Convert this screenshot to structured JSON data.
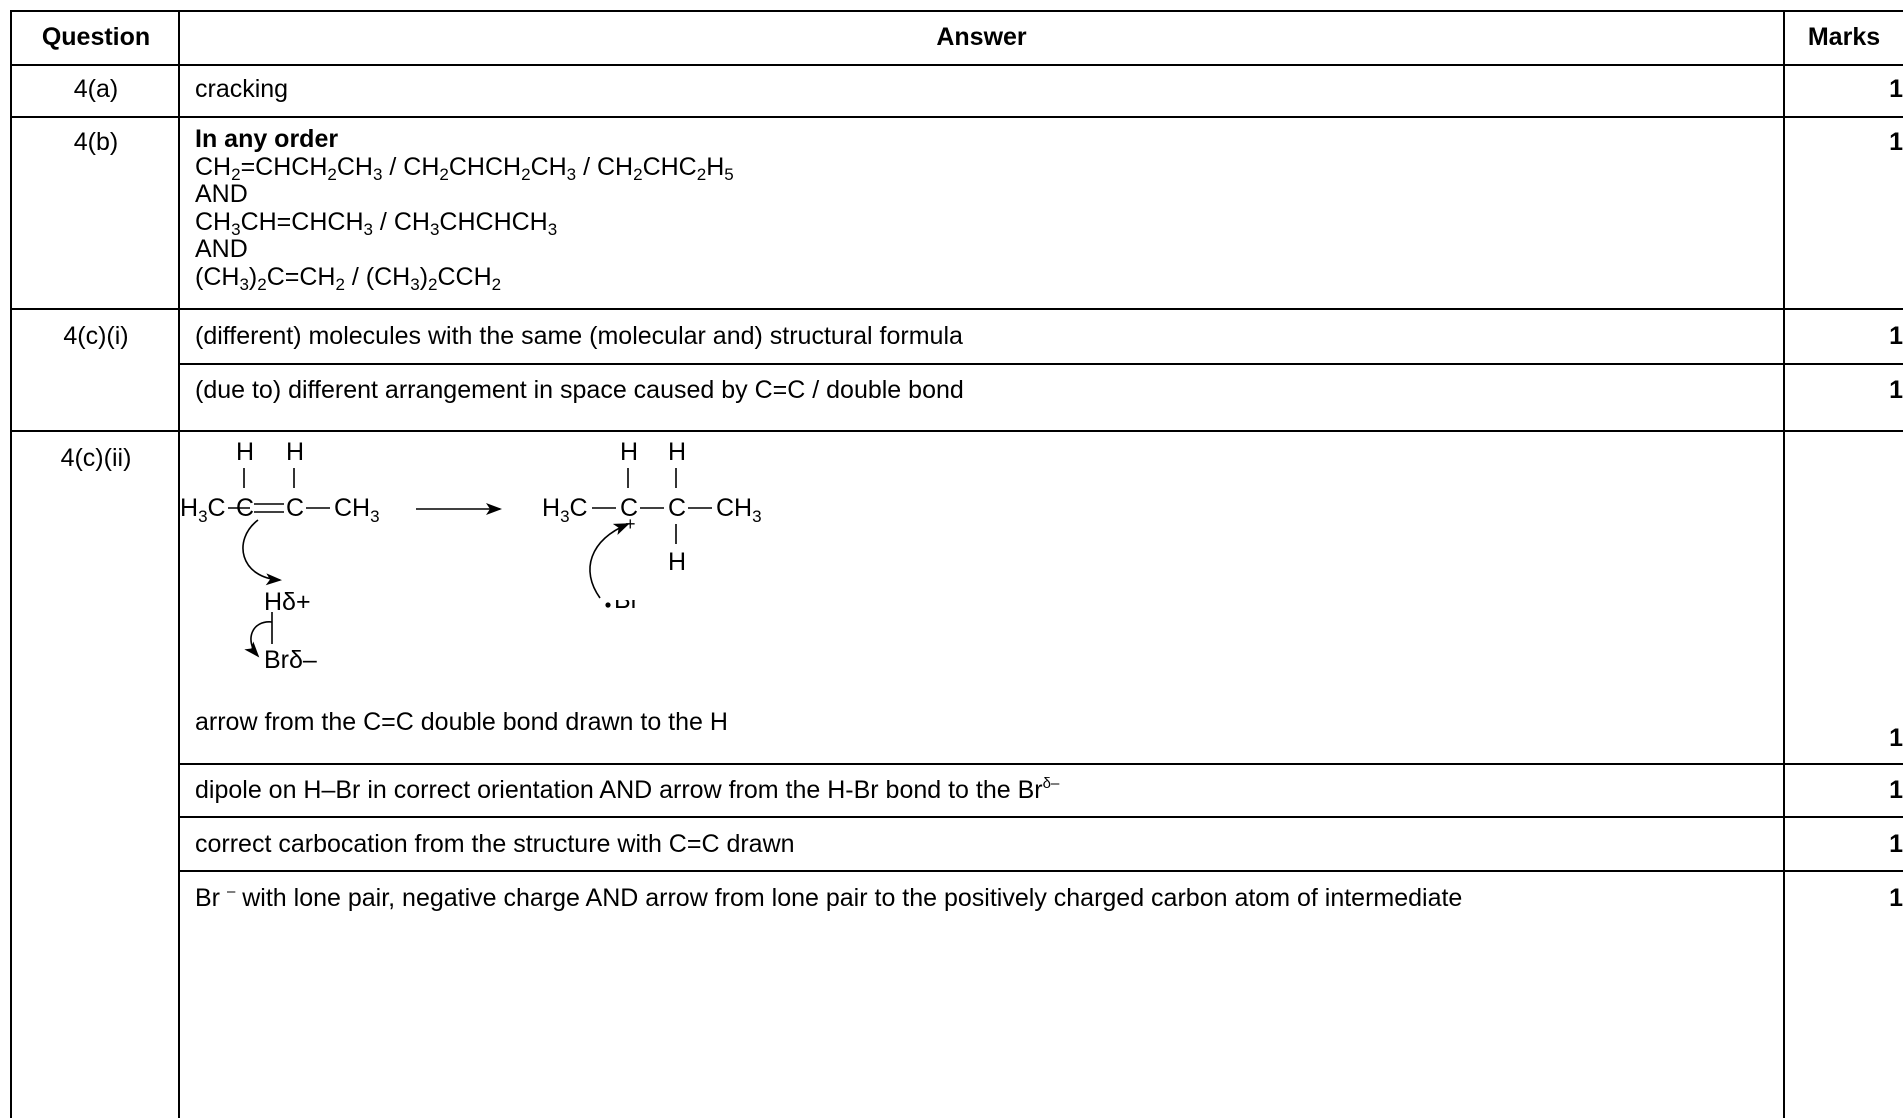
{
  "header": {
    "question": "Question",
    "answer": "Answer",
    "marks": "Marks"
  },
  "rows": {
    "r4a": {
      "q": "4(a)",
      "answer": "cracking",
      "marks": "1"
    },
    "r4b": {
      "q": "4(b)",
      "heading": "In any order",
      "and": "AND",
      "marks": "1"
    },
    "r4ci_1": {
      "q": "4(c)(i)",
      "answer": "(different) molecules with the same (molecular and) structural formula",
      "marks": "1"
    },
    "r4ci_2": {
      "answer": "(due to) different arrangement in space caused by C=C / double bond",
      "marks": "1"
    },
    "r4cii_1": {
      "q": "4(c)(ii)",
      "answer": "arrow from the C=C double bond drawn to the H",
      "marks": "1"
    },
    "r4cii_2": {
      "answer": "dipole on H–Br in correct orientation AND arrow from the H-Br bond to the Br",
      "sup": "δ–",
      "marks": "1"
    },
    "r4cii_3": {
      "answer": "correct carbocation from the structure with C=C drawn",
      "marks": "1"
    },
    "r4cii_4": {
      "answer_pre": "Br",
      "sup": "–",
      "answer_post": " with lone pair, negative charge AND arrow from lone pair to the positively charged carbon atom of intermediate",
      "marks": "1"
    }
  },
  "mechanism": {
    "h": "H",
    "h3c": "H",
    "c": "C",
    "ch3": "CH",
    "sub3": "3",
    "plus": "+",
    "hdelta": "Hδ+",
    "brdelta": "Brδ–",
    "br": "Br",
    "minus": "-"
  }
}
